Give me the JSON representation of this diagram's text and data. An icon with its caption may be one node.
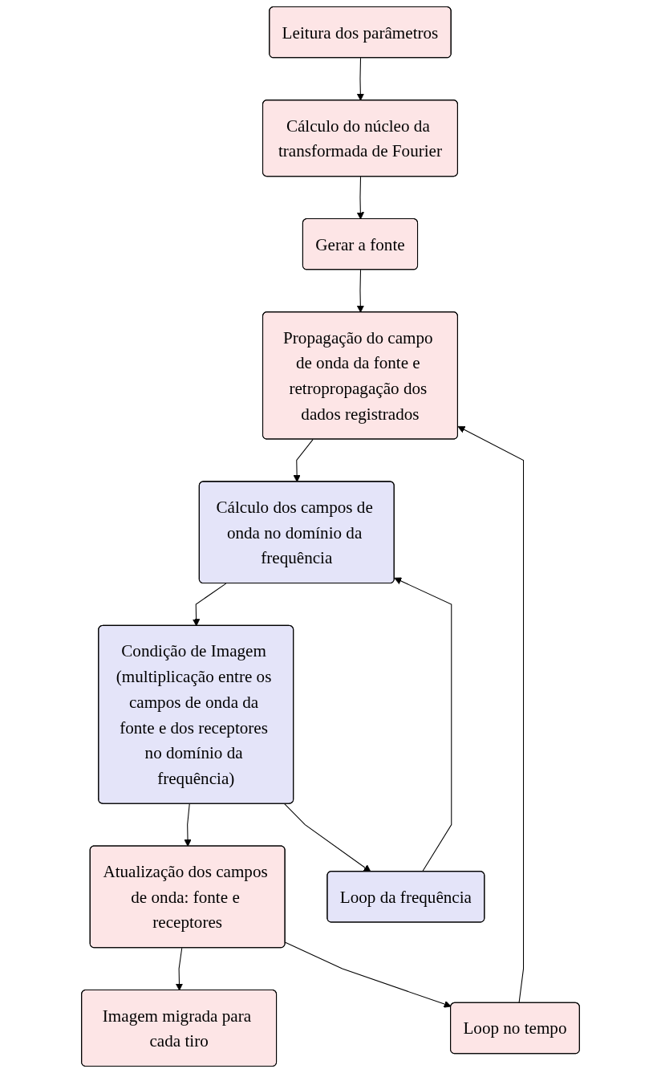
{
  "diagram": {
    "nodes": [
      {
        "text": [
          "Leitura dos parâmetros"
        ]
      },
      {
        "text": [
          "Cálculo do núcleo da transformada de Fourier"
        ]
      },
      {
        "text": [
          "Gerar a fonte"
        ]
      },
      {
        "text": [
          "Loop no tempo"
        ]
      },
      {
        "text": [
          "Propagação do campo de onda da fonte e retropropagação dos dados registrados"
        ]
      },
      {
        "text": [
          "Loop da frequência"
        ]
      },
      {
        "text": [
          "Cálculo dos campos de onda no domínio da frequência"
        ]
      },
      {
        "text": [
          "Condição de Imagem (multiplicação entre os campos de onda da fonte e dos receptores no domínio da frequência)"
        ]
      },
      {
        "text": [
          "Atualização dos campos de onda: fonte e receptores"
        ]
      },
      {
        "text": [
          "Imagem migrada para cada tiro"
        ]
      }
    ],
    "edges": [
      {
        "from": 0,
        "to": 1,
        "arrow": "to"
      },
      {
        "from": 1,
        "to": 2,
        "arrow": "to"
      },
      {
        "from": 2,
        "to": 4,
        "arrow": "to"
      },
      {
        "from": 3,
        "to": 4,
        "arrow": "to"
      },
      {
        "from": 4,
        "to": 6,
        "arrow": "to"
      },
      {
        "from": 5,
        "to": 6,
        "arrow": "to"
      },
      {
        "from": 6,
        "to": 7,
        "arrow": "to"
      },
      {
        "from": 7,
        "to": 8,
        "arrow": "to"
      },
      {
        "from": 7,
        "to": 5,
        "arrow": "to"
      },
      {
        "from": 8,
        "to": 9,
        "arrow": "to"
      },
      {
        "from": 8,
        "to": 3,
        "arrow": "to"
      }
    ]
  }
}
